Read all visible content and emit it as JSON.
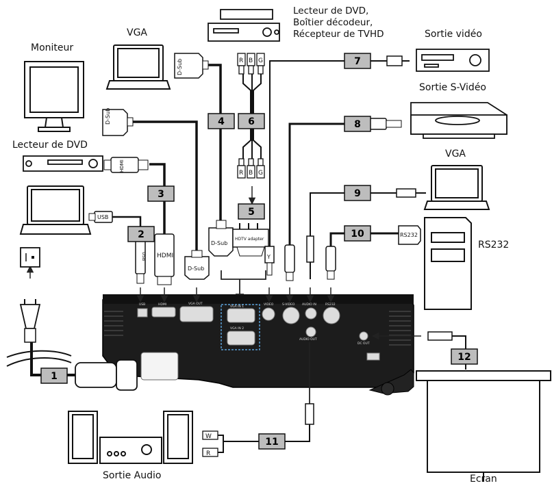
{
  "devices": {
    "dvd_stb_hdtv": [
      "Lecteur de DVD,",
      "Boîtier décodeur,",
      "Récepteur de TVHD"
    ],
    "vga_top": "VGA",
    "monitor": "Moniteur",
    "video_out": "Sortie vidéo",
    "svideo_out": "Sortie S-Vidéo",
    "dvd_player": "Lecteur de DVD",
    "vga_right": "VGA",
    "rs232_pc": "RS232",
    "audio_out": "Sortie Audio",
    "screen": "Ecran"
  },
  "cables": [
    "1",
    "2",
    "3",
    "4",
    "5",
    "6",
    "7",
    "8",
    "9",
    "10",
    "11",
    "12"
  ],
  "connector_labels": {
    "usb": "USB",
    "hdmi": "HDMI",
    "dsub": "D-Sub",
    "hdtv_adapter": "HDTV adapter",
    "rs232": "RS232",
    "r": "R",
    "b": "B",
    "g": "G",
    "w": "W",
    "y": "Y"
  },
  "port_labels": {
    "usb": "USB",
    "hdmi": "HDMI",
    "vga_out": "VGA OUT",
    "vga_in1": "VGA IN 1",
    "vga_in2": "VGA IN 2",
    "video": "VIDEO",
    "svideo": "S-VIDEO",
    "audio_in": "AUDIO IN",
    "rs232": "RS232",
    "audio_out": "AUDIO OUT",
    "dc_out": "DC OUT"
  }
}
